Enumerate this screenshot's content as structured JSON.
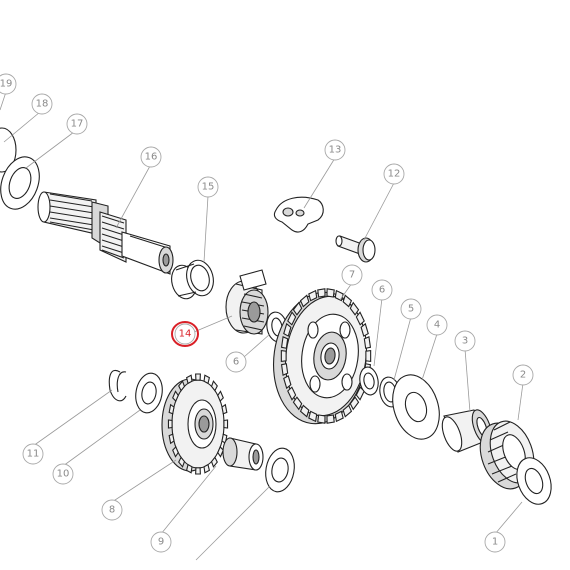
{
  "diagram": {
    "highlight_color": "#d92027",
    "highlighted_part": "14",
    "callouts": [
      "19",
      "18",
      "17",
      "16",
      "15",
      "14",
      "13",
      "12",
      "11",
      "10",
      "9",
      "8",
      "7",
      "6",
      "6",
      "5",
      "4",
      "3",
      "2",
      "1"
    ]
  }
}
